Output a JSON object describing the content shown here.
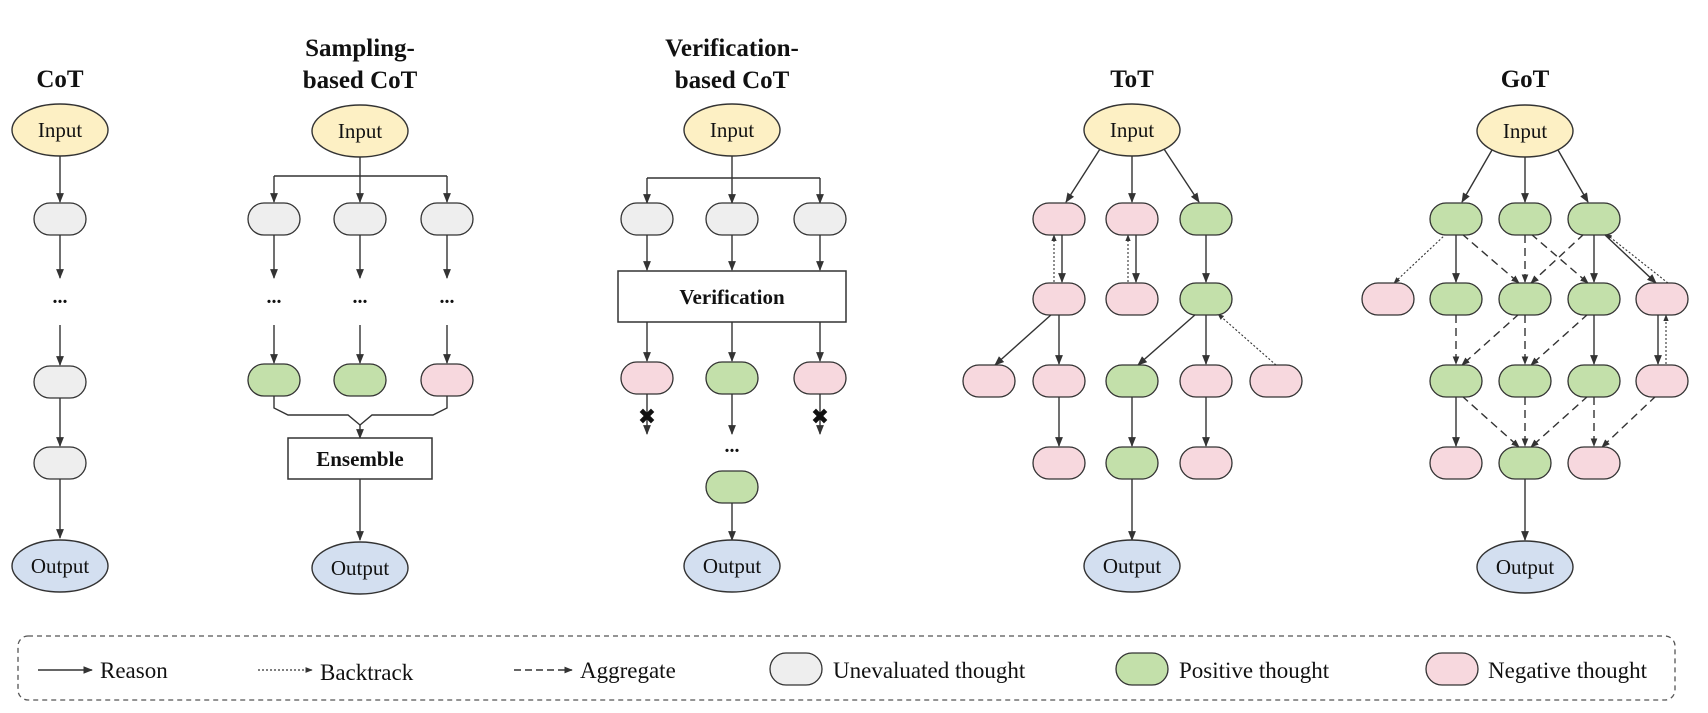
{
  "titles": {
    "cot": "CoT",
    "sampling_1": "Sampling-",
    "sampling_2": "based CoT",
    "verification_1": "Verification-",
    "verification_2": "based CoT",
    "tot": "ToT",
    "got": "GoT"
  },
  "nodes": {
    "input": "Input",
    "output": "Output",
    "ellipsis": "..."
  },
  "boxes": {
    "ensemble": "Ensemble",
    "verification": "Verification"
  },
  "legend": {
    "reason": "Reason",
    "backtrack": "Backtrack",
    "aggregate": "Aggregate",
    "unevaluated": "Unevaluated thought",
    "positive": "Positive thought",
    "negative": "Negative thought"
  },
  "colors": {
    "input_fill": "#fdf0c4",
    "output_fill": "#d3dff0",
    "unevaluated_fill": "#eeeeee",
    "positive_fill": "#c3e0aa",
    "negative_fill": "#f7d8de",
    "stroke": "#333333"
  }
}
